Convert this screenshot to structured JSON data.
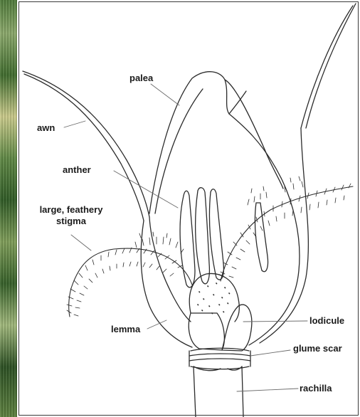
{
  "labels": {
    "palea": "palea",
    "awn": "awn",
    "anther": "anther",
    "stigma_line1": "large, feathery",
    "stigma_line2": "stigma",
    "lemma": "lemma",
    "lodicule": "lodicule",
    "glume_scar": "glume scar",
    "rachilla": "rachilla"
  }
}
